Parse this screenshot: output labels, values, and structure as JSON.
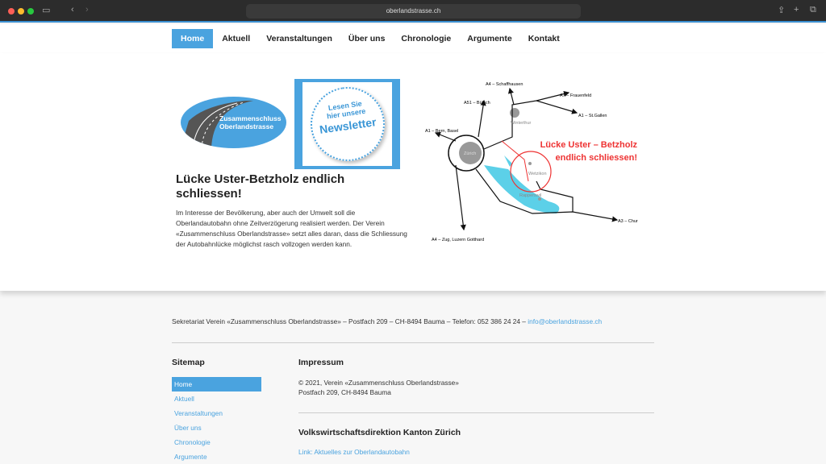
{
  "browser": {
    "url": "oberlandstrasse.ch"
  },
  "nav": [
    {
      "label": "Home"
    },
    {
      "label": "Aktuell"
    },
    {
      "label": "Veranstaltungen"
    },
    {
      "label": "Über uns"
    },
    {
      "label": "Chronologie"
    },
    {
      "label": "Argumente"
    },
    {
      "label": "Kontakt"
    }
  ],
  "logo": {
    "line1": "Zusammenschluss",
    "line2": "Oberlandstrasse"
  },
  "newsletter": {
    "line1": "Lesen Sie",
    "line2": "hier unsere",
    "line3": "Newsletter"
  },
  "main": {
    "title": "Lücke Uster-Betzholz endlich schliessen!",
    "text": "Im Interesse der Bevölkerung, aber auch der Umwelt soll die Oberlandautobahn ohne Zeitverzögerung realisiert werden. Der Verein «Zusammenschluss Oberlandstrasse» setzt alles daran, dass die Schliessung der Autobahnlücke möglichst rasch vollzogen werden kann."
  },
  "map": {
    "labels": [
      "A4 – Schaffhausen",
      "A7 – Frauenfeld",
      "A1 – St.Gallen",
      "A51 – Bülach",
      "A1 – Bern, Basel",
      "Winterthur",
      "Zürich",
      "Wetzikon",
      "Rapperswil",
      "A3 – Chur",
      "A4 – Zug, Luzern Gotthard"
    ],
    "headline1": "Lücke Uster – Betzholz",
    "headline2": "endlich schliessen!"
  },
  "footer": {
    "contact": "Sekretariat Verein «Zusammenschluss Oberlandstrasse» – Postfach 209 – CH-8494 Bauma – Telefon: 052 386 24 24 –",
    "email": "info@oberlandstrasse.ch",
    "sitemap_title": "Sitemap",
    "sitemap": [
      "Home",
      "Aktuell",
      "Veranstaltungen",
      "Über uns",
      "Chronologie",
      "Argumente"
    ],
    "impressum_title": "Impressum",
    "impressum1": "© 2021, Verein «Zusammenschluss Oberlandstrasse»",
    "impressum2": "Postfach 209, CH-8494 Bauma",
    "vwd_title": "Volkswirtschaftsdirektion Kanton Zürich",
    "vwd_link": "Link: Aktuelles zur Oberlandautobahn"
  }
}
